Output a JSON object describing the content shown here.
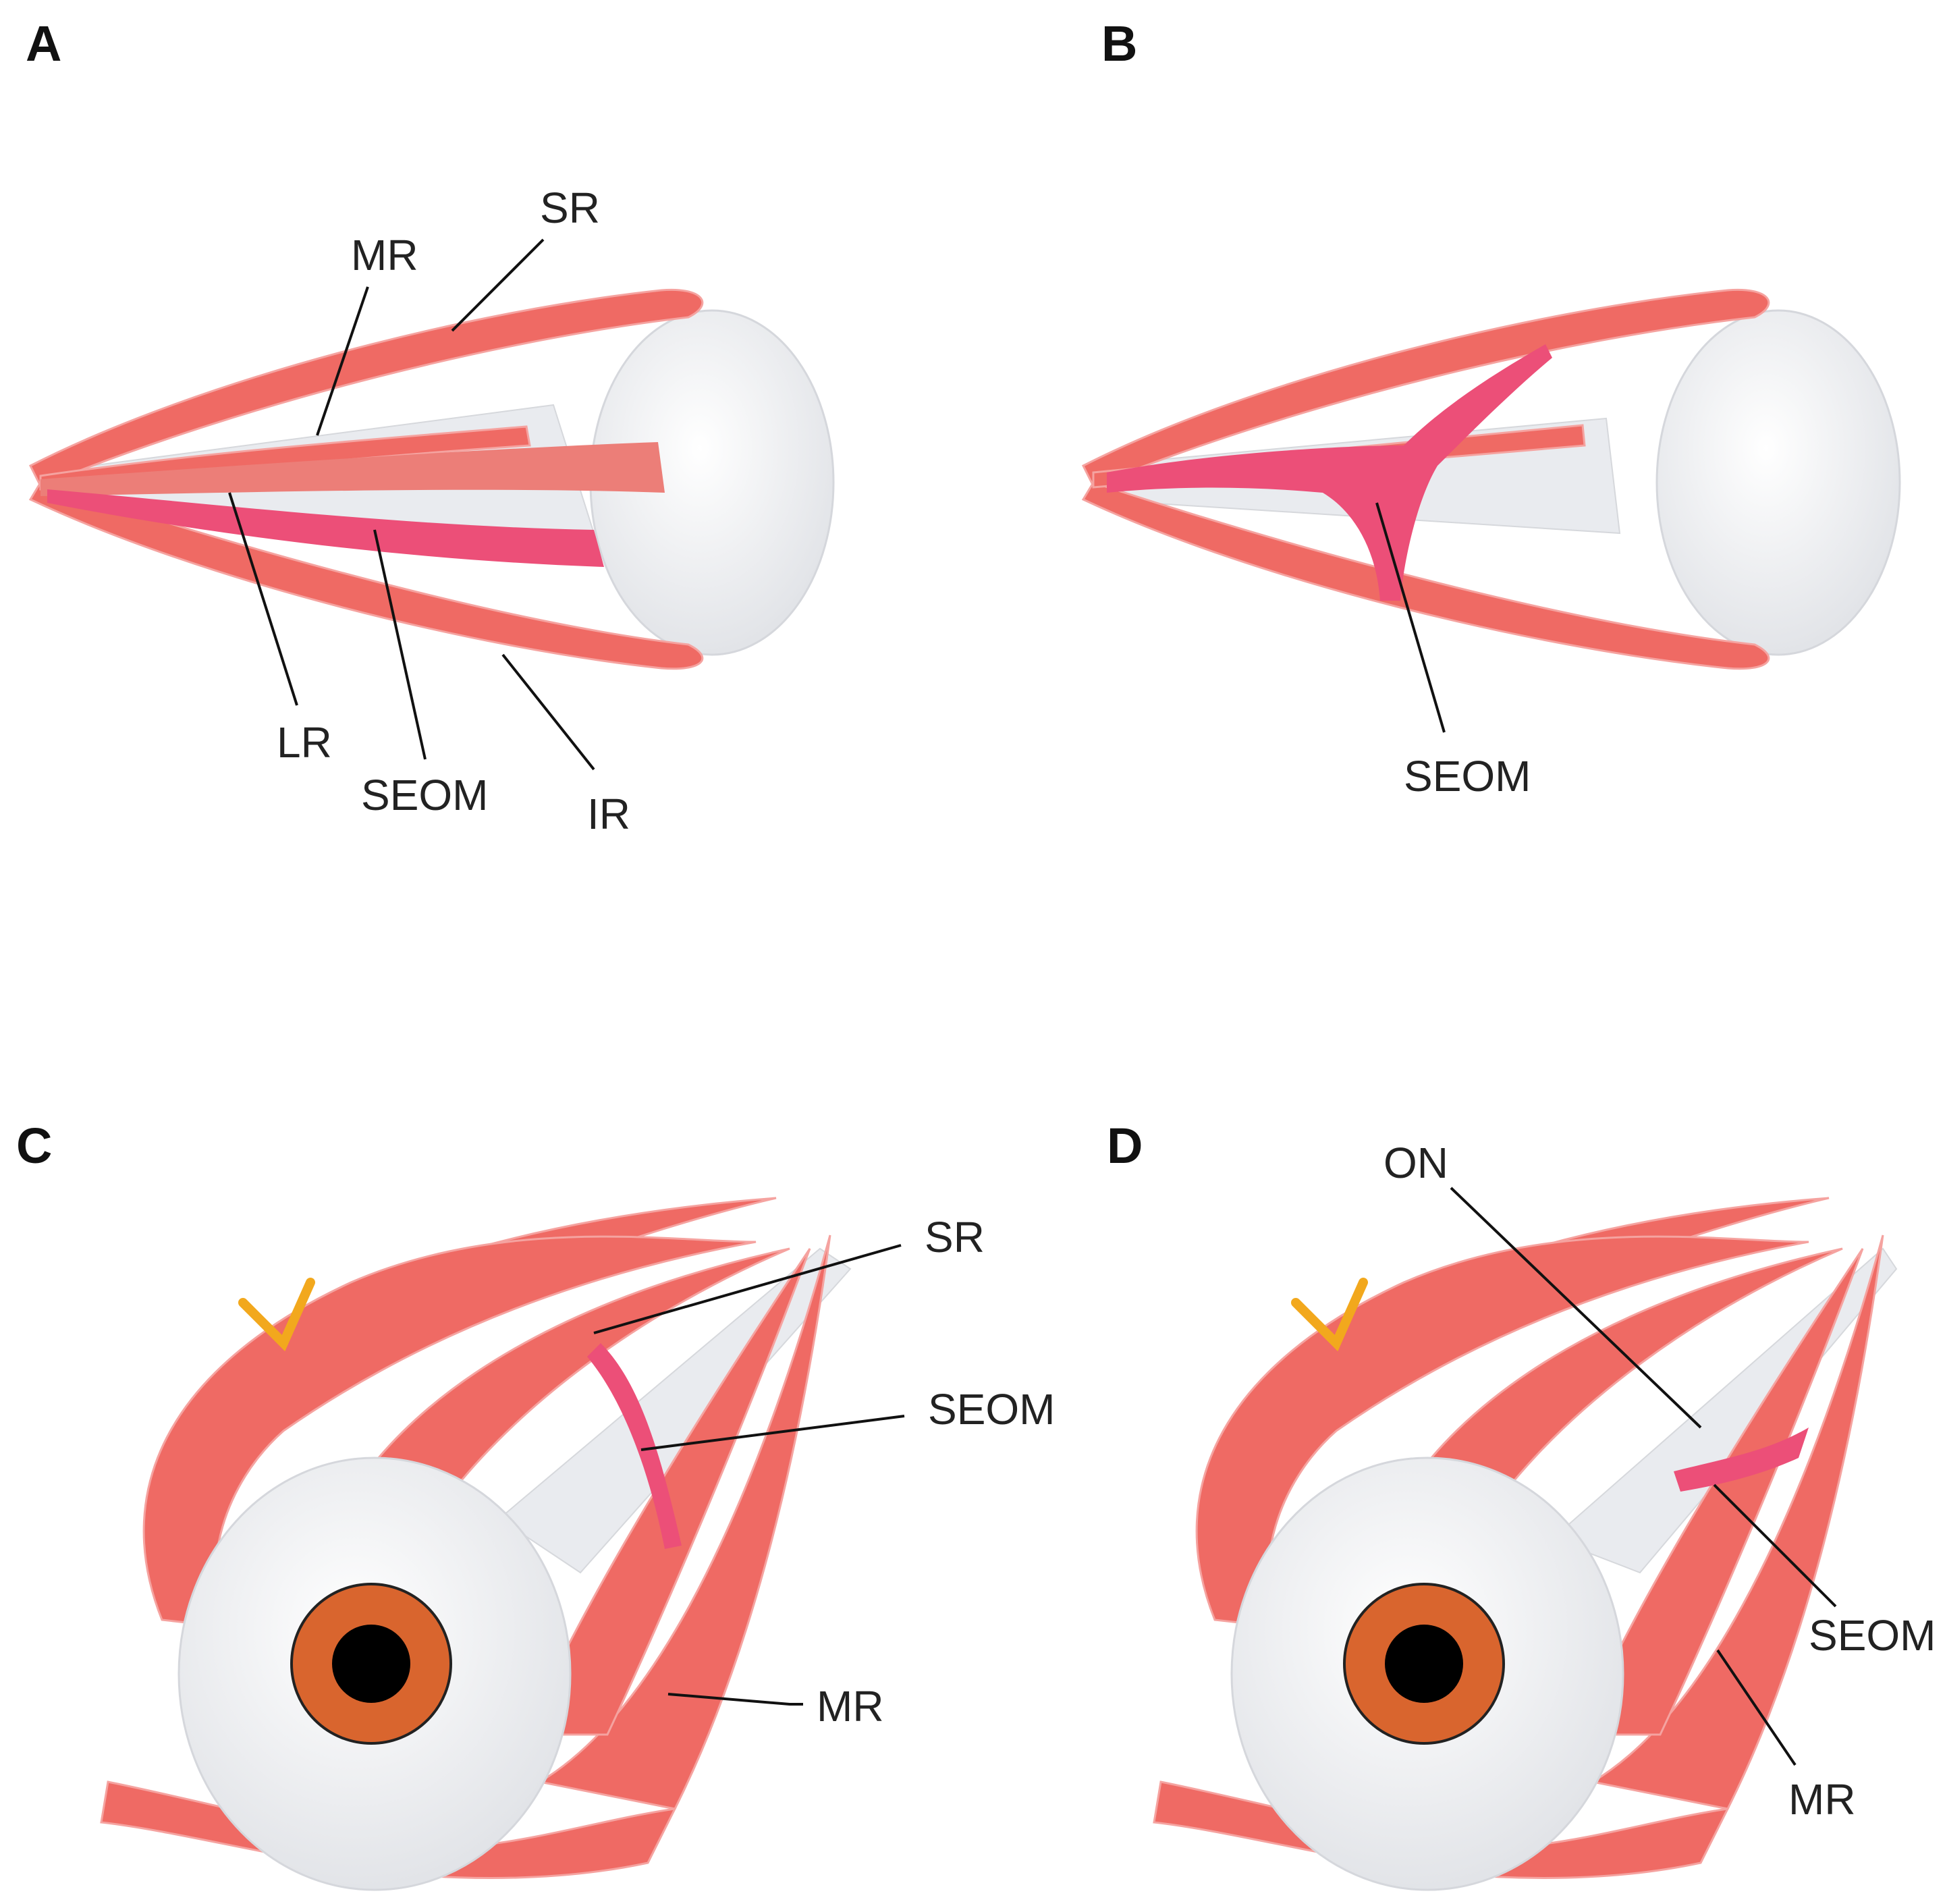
{
  "panels": {
    "A": {
      "letter": "A",
      "labels": {
        "mr": "MR",
        "sr": "SR",
        "lr": "LR",
        "seom": "SEOM",
        "ir": "IR"
      }
    },
    "B": {
      "letter": "B",
      "labels": {
        "seom": "SEOM"
      }
    },
    "C": {
      "letter": "C",
      "labels": {
        "sr": "SR",
        "seom": "SEOM",
        "mr": "MR"
      }
    },
    "D": {
      "letter": "D",
      "labels": {
        "on": "ON",
        "seom": "SEOM",
        "mr": "MR"
      }
    }
  },
  "colors": {
    "muscle": "#ef6a64",
    "seom": "#ec4f78",
    "globe": "#f1f2f4",
    "iris": "#d9652e",
    "pupil": "#000000",
    "nerve_tag": "#f2a81d"
  }
}
